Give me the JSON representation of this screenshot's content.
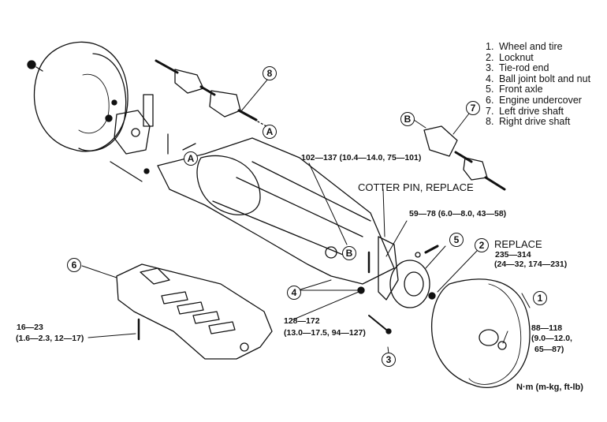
{
  "legend": {
    "items": [
      {
        "num": "1.",
        "label": "Wheel and tire"
      },
      {
        "num": "2.",
        "label": "Locknut"
      },
      {
        "num": "3.",
        "label": "Tie-rod end"
      },
      {
        "num": "4.",
        "label": "Ball joint bolt and nut"
      },
      {
        "num": "5.",
        "label": "Front axle"
      },
      {
        "num": "6.",
        "label": "Engine undercover"
      },
      {
        "num": "7.",
        "label": "Left drive shaft"
      },
      {
        "num": "8.",
        "label": "Right drive shaft"
      }
    ]
  },
  "callouts": {
    "c1": "1",
    "c2": "2",
    "c3": "3",
    "c4": "4",
    "c5": "5",
    "c6": "6",
    "c7": "7",
    "c8": "8",
    "a1": "A",
    "a2": "A",
    "b1": "B",
    "b2": "B"
  },
  "torque_labels": {
    "tie_rod_nut": "102—137 (10.4—14.0, 75—101)",
    "cotter_pin": "COTTER PIN, REPLACE",
    "ball_joint_bolt": "59—78 (6.0—8.0, 43—58)",
    "locknut_replace": "REPLACE",
    "locknut_line1": "235—314",
    "locknut_line2": "(24—32, 174—231)",
    "ball_joint_nut_line1": "128—172",
    "ball_joint_nut_line2": "(13.0—17.5, 94—127)",
    "undercover_line1": "16—23",
    "undercover_line2": "(1.6—2.3, 12—17)",
    "wheel_nut_line1": "88—118",
    "wheel_nut_line2": "(9.0—12.0,",
    "wheel_nut_line3": "65—87)"
  },
  "units": "N·m (m-kg, ft-lb)"
}
